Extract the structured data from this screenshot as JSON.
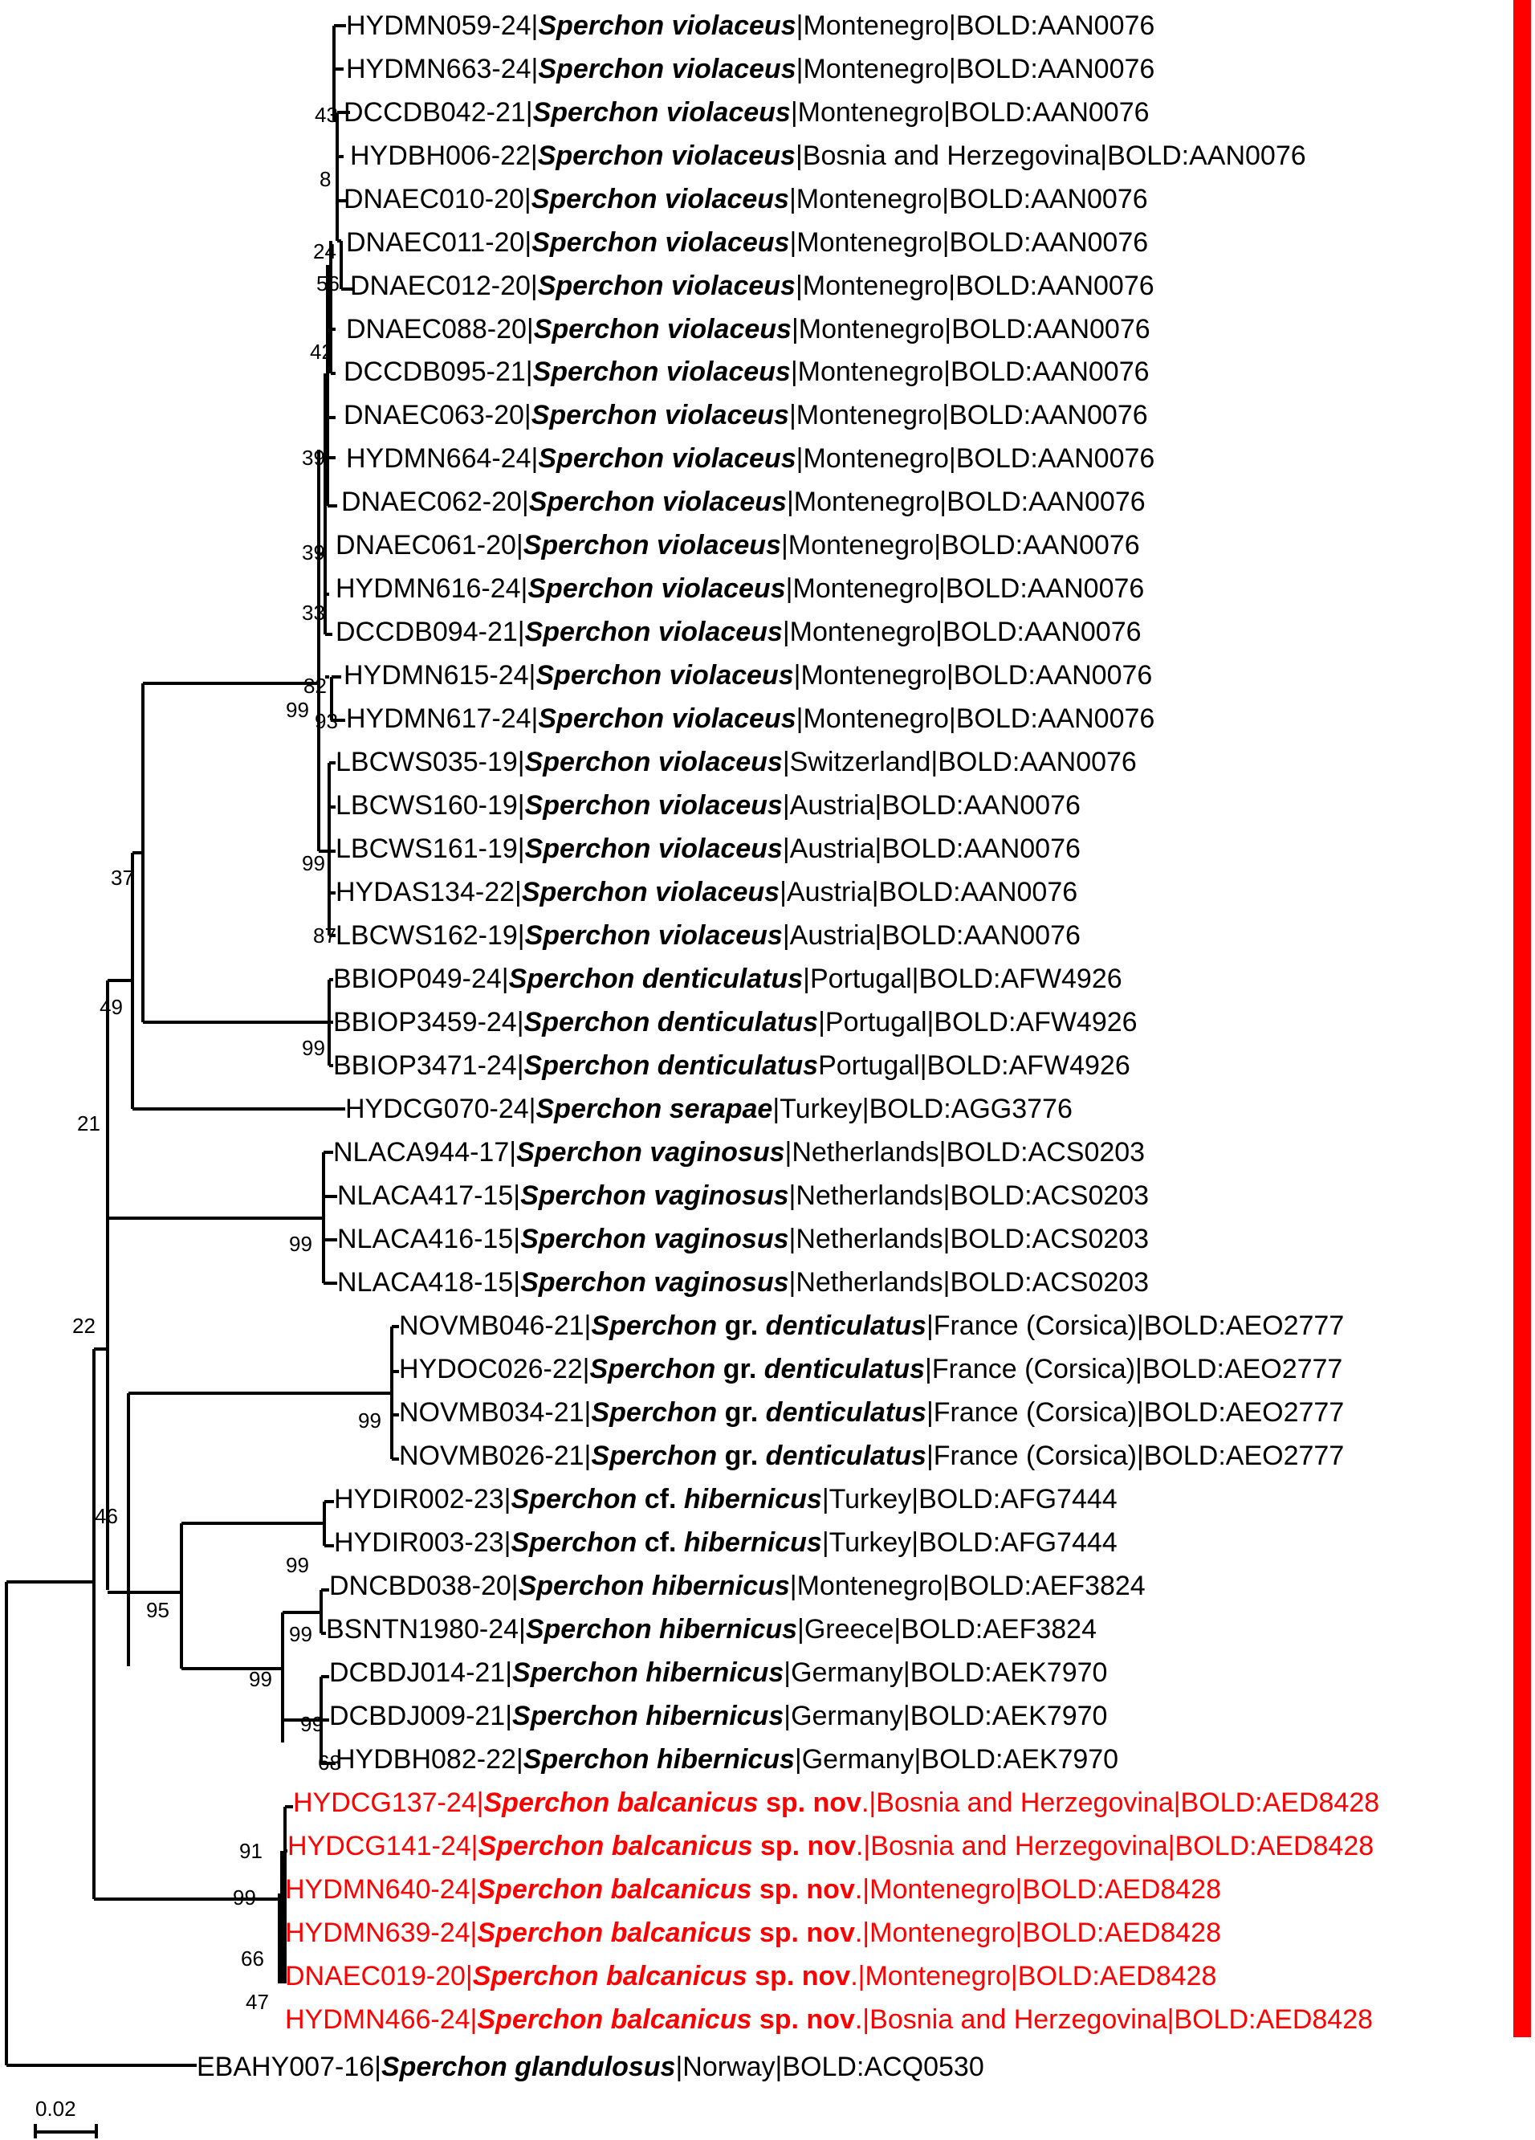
{
  "colors": {
    "default": "#000000",
    "highlight": "#ff0000"
  },
  "leaves": [
    {
      "id": "HYDMN059-24",
      "genus": "Sperchon",
      "qualifier": "",
      "epithet": "violaceus",
      "rest": "|Montenegro|BOLD:AAN0076",
      "color": "#000000"
    },
    {
      "id": "HYDMN663-24",
      "genus": "Sperchon",
      "qualifier": "",
      "epithet": "violaceus",
      "rest": "|Montenegro|BOLD:AAN0076",
      "color": "#000000"
    },
    {
      "id": "DCCDB042-21",
      "genus": "Sperchon",
      "qualifier": "",
      "epithet": "violaceus",
      "rest": "|Montenegro|BOLD:AAN0076",
      "color": "#000000"
    },
    {
      "id": "HYDBH006-22",
      "genus": "Sperchon",
      "qualifier": "",
      "epithet": "violaceus",
      "rest": "|Bosnia and Herzegovina|BOLD:AAN0076",
      "color": "#000000"
    },
    {
      "id": "DNAEC010-20",
      "genus": "Sperchon",
      "qualifier": "",
      "epithet": "violaceus",
      "rest": "|Montenegro|BOLD:AAN0076",
      "color": "#000000"
    },
    {
      "id": "DNAEC011-20",
      "genus": "Sperchon",
      "qualifier": "",
      "epithet": "violaceus",
      "rest": "|Montenegro|BOLD:AAN0076",
      "color": "#000000"
    },
    {
      "id": "DNAEC012-20",
      "genus": "Sperchon",
      "qualifier": "",
      "epithet": "violaceus",
      "rest": "|Montenegro|BOLD:AAN0076",
      "color": "#000000"
    },
    {
      "id": "DNAEC088-20",
      "genus": "Sperchon",
      "qualifier": "",
      "epithet": "violaceus",
      "rest": "|Montenegro|BOLD:AAN0076",
      "color": "#000000"
    },
    {
      "id": "DCCDB095-21",
      "genus": "Sperchon",
      "qualifier": "",
      "epithet": "violaceus",
      "rest": "|Montenegro|BOLD:AAN0076",
      "color": "#000000"
    },
    {
      "id": "DNAEC063-20",
      "genus": "Sperchon",
      "qualifier": "",
      "epithet": "violaceus",
      "rest": "|Montenegro|BOLD:AAN0076",
      "color": "#000000"
    },
    {
      "id": "HYDMN664-24",
      "genus": "Sperchon",
      "qualifier": "",
      "epithet": "violaceus",
      "rest": "|Montenegro|BOLD:AAN0076",
      "color": "#000000"
    },
    {
      "id": "DNAEC062-20",
      "genus": "Sperchon",
      "qualifier": "",
      "epithet": "violaceus",
      "rest": "|Montenegro|BOLD:AAN0076",
      "color": "#000000"
    },
    {
      "id": "DNAEC061-20",
      "genus": "Sperchon",
      "qualifier": "",
      "epithet": "violaceus",
      "rest": "|Montenegro|BOLD:AAN0076",
      "color": "#000000"
    },
    {
      "id": "HYDMN616-24",
      "genus": "Sperchon",
      "qualifier": "",
      "epithet": "violaceus",
      "rest": "|Montenegro|BOLD:AAN0076",
      "color": "#000000"
    },
    {
      "id": "DCCDB094-21",
      "genus": "Sperchon",
      "qualifier": "",
      "epithet": "violaceus",
      "rest": "|Montenegro|BOLD:AAN0076",
      "color": "#000000"
    },
    {
      "id": "HYDMN615-24",
      "genus": "Sperchon",
      "qualifier": "",
      "epithet": "violaceus",
      "rest": "|Montenegro|BOLD:AAN0076",
      "color": "#000000"
    },
    {
      "id": "HYDMN617-24",
      "genus": "Sperchon",
      "qualifier": "",
      "epithet": "violaceus",
      "rest": "|Montenegro|BOLD:AAN0076",
      "color": "#000000"
    },
    {
      "id": "LBCWS035-19",
      "genus": "Sperchon",
      "qualifier": "",
      "epithet": "violaceus",
      "rest": "|Switzerland|BOLD:AAN0076",
      "color": "#000000"
    },
    {
      "id": "LBCWS160-19",
      "genus": "Sperchon",
      "qualifier": "",
      "epithet": "violaceus",
      "rest": "|Austria|BOLD:AAN0076",
      "color": "#000000"
    },
    {
      "id": "LBCWS161-19",
      "genus": "Sperchon",
      "qualifier": "",
      "epithet": "violaceus",
      "rest": "|Austria|BOLD:AAN0076",
      "color": "#000000"
    },
    {
      "id": "HYDAS134-22",
      "genus": "Sperchon",
      "qualifier": "",
      "epithet": "violaceus",
      "rest": "|Austria|BOLD:AAN0076",
      "color": "#000000"
    },
    {
      "id": "LBCWS162-19",
      "genus": "Sperchon",
      "qualifier": "",
      "epithet": "violaceus",
      "rest": "|Austria|BOLD:AAN0076",
      "color": "#000000"
    },
    {
      "id": "BBIOP049-24",
      "genus": "Sperchon",
      "qualifier": "",
      "epithet": "denticulatus",
      "rest": "|Portugal|BOLD:AFW4926",
      "color": "#000000"
    },
    {
      "id": "BBIOP3459-24",
      "genus": "Sperchon",
      "qualifier": "",
      "epithet": "denticulatus",
      "rest": "|Portugal|BOLD:AFW4926",
      "color": "#000000"
    },
    {
      "id": "BBIOP3471-24",
      "genus": "Sperchon",
      "qualifier": "",
      "epithet": "denticulatus",
      "rest": "Portugal|BOLD:AFW4926",
      "color": "#000000"
    },
    {
      "id": "HYDCG070-24",
      "genus": "Sperchon",
      "qualifier": "",
      "epithet": "serapae",
      "rest": "|Turkey|BOLD:AGG3776",
      "color": "#000000"
    },
    {
      "id": "NLACA944-17",
      "genus": "Sperchon",
      "qualifier": "",
      "epithet": "vaginosus",
      "rest": "|Netherlands|BOLD:ACS0203",
      "color": "#000000"
    },
    {
      "id": "NLACA417-15",
      "genus": "Sperchon",
      "qualifier": "",
      "epithet": "vaginosus",
      "rest": "|Netherlands|BOLD:ACS0203",
      "color": "#000000"
    },
    {
      "id": "NLACA416-15",
      "genus": "Sperchon",
      "qualifier": "",
      "epithet": "vaginosus",
      "rest": "|Netherlands|BOLD:ACS0203",
      "color": "#000000"
    },
    {
      "id": "NLACA418-15",
      "genus": "Sperchon",
      "qualifier": "",
      "epithet": "vaginosus",
      "rest": "|Netherlands|BOLD:ACS0203",
      "color": "#000000"
    },
    {
      "id": "NOVMB046-21",
      "genus": "Sperchon",
      "qualifier": "gr.",
      "epithet": "denticulatus",
      "rest": "|France (Corsica)|BOLD:AEO2777",
      "color": "#000000"
    },
    {
      "id": "HYDOC026-22",
      "genus": "Sperchon",
      "qualifier": "gr.",
      "epithet": "denticulatus",
      "rest": "|France (Corsica)|BOLD:AEO2777",
      "color": "#000000"
    },
    {
      "id": "NOVMB034-21",
      "genus": "Sperchon",
      "qualifier": "gr.",
      "epithet": "denticulatus",
      "rest": "|France (Corsica)|BOLD:AEO2777",
      "color": "#000000"
    },
    {
      "id": "NOVMB026-21",
      "genus": "Sperchon",
      "qualifier": "gr.",
      "epithet": "denticulatus",
      "rest": "|France (Corsica)|BOLD:AEO2777",
      "color": "#000000"
    },
    {
      "id": "HYDIR002-23",
      "genus": "Sperchon",
      "qualifier": "cf.",
      "epithet": "hibernicus",
      "rest": "|Turkey|BOLD:AFG7444",
      "color": "#000000"
    },
    {
      "id": "HYDIR003-23",
      "genus": "Sperchon",
      "qualifier": "cf.",
      "epithet": "hibernicus",
      "rest": "|Turkey|BOLD:AFG7444",
      "color": "#000000"
    },
    {
      "id": "DNCBD038-20",
      "genus": "Sperchon",
      "qualifier": "",
      "epithet": "hibernicus",
      "rest": "|Montenegro|BOLD:AEF3824",
      "color": "#000000"
    },
    {
      "id": "BSNTN1980-24",
      "genus": "Sperchon",
      "qualifier": "",
      "epithet": "hibernicus",
      "rest": "|Greece|BOLD:AEF3824",
      "color": "#000000"
    },
    {
      "id": "DCBDJ014-21",
      "genus": "Sperchon",
      "qualifier": "",
      "epithet": "hibernicus",
      "rest": "|Germany|BOLD:AEK7970",
      "color": "#000000"
    },
    {
      "id": "DCBDJ009-21",
      "genus": "Sperchon",
      "qualifier": "",
      "epithet": "hibernicus",
      "rest": "|Germany|BOLD:AEK7970",
      "color": "#000000"
    },
    {
      "id": "HYDBH082-22",
      "genus": "Sperchon",
      "qualifier": "",
      "epithet": "hibernicus",
      "rest": "|Germany|BOLD:AEK7970",
      "color": "#000000"
    },
    {
      "id": "HYDCG137-24",
      "genus": "Sperchon",
      "qualifier": "",
      "epithet": "balcanicus sp. nov",
      "rest": ".|Bosnia and Herzegovina|BOLD:AED8428",
      "color": "#ff0000"
    },
    {
      "id": "HYDCG141-24",
      "genus": "Sperchon",
      "qualifier": "",
      "epithet": "balcanicus sp. nov",
      "rest": ".|Bosnia and Herzegovina|BOLD:AED8428",
      "color": "#ff0000"
    },
    {
      "id": "HYDMN640-24",
      "genus": "Sperchon",
      "qualifier": "",
      "epithet": "balcanicus sp. nov",
      "rest": ".|Montenegro|BOLD:AED8428",
      "color": "#ff0000"
    },
    {
      "id": "HYDMN639-24",
      "genus": "Sperchon",
      "qualifier": "",
      "epithet": "balcanicus sp. nov",
      "rest": ".|Montenegro|BOLD:AED8428",
      "color": "#ff0000"
    },
    {
      "id": "DNAEC019-20",
      "genus": "Sperchon",
      "qualifier": "",
      "epithet": "balcanicus sp. nov",
      "rest": ".|Montenegro|BOLD:AED8428",
      "color": "#ff0000"
    },
    {
      "id": "HYDMN466-24",
      "genus": "Sperchon",
      "qualifier": "",
      "epithet": "balcanicus sp. nov",
      "rest": ".|Bosnia and Herzegovina|BOLD:AED8428",
      "color": "#ff0000"
    },
    {
      "id": "EBAHY007-16",
      "genus": "Sperchon",
      "qualifier": "",
      "epithet": "glandulosus",
      "rest": "|Norway|BOLD:ACQ0530",
      "color": "#000000"
    }
  ],
  "support_values": [
    "43",
    "8",
    "24",
    "56",
    "42",
    "39",
    "39",
    "33",
    "82",
    "99",
    "93",
    "99",
    "87",
    "37",
    "49",
    "99",
    "21",
    "99",
    "22",
    "99",
    "46",
    "99",
    "95",
    "99",
    "99",
    "99",
    "68",
    "91",
    "99",
    "66",
    "47"
  ],
  "scale_bar": {
    "label": "0.02",
    "value": 0.02
  },
  "delimitation_bars": [
    {
      "color": "#ff0000",
      "leaves_from": 1,
      "leaves_to": 22
    },
    {
      "color": "#ff0000",
      "leaves_from": 23,
      "leaves_to": 25
    },
    {
      "color": "#ff0000",
      "leaves_from": 26,
      "leaves_to": 26
    },
    {
      "color": "#ff0000",
      "leaves_from": 27,
      "leaves_to": 30
    },
    {
      "color": "#ff0000",
      "leaves_from": 31,
      "leaves_to": 34
    },
    {
      "color": "#ff0000",
      "leaves_from": 35,
      "leaves_to": 41
    },
    {
      "color": "#ff0000",
      "leaves_from": 42,
      "leaves_to": 47
    }
  ]
}
